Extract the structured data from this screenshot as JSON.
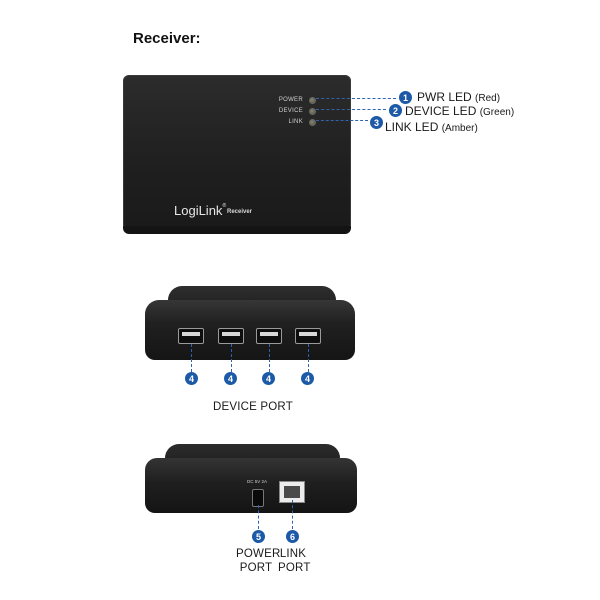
{
  "heading": "Receiver:",
  "receiver": {
    "leds": [
      {
        "label": "POWER"
      },
      {
        "label": "DEVICE"
      },
      {
        "label": "LINK"
      }
    ],
    "logo": "LogiLink",
    "logo_mark": "®",
    "logo_sub": "Receiver"
  },
  "callouts": [
    {
      "number": "1",
      "text": "PWR LED",
      "color_note": "(Red)"
    },
    {
      "number": "2",
      "text": "DEVICE LED",
      "color_note": "(Green)"
    },
    {
      "number": "3",
      "text": "LINK LED",
      "color_note": "(Amber)"
    }
  ],
  "device_ports": {
    "badges": [
      "4",
      "4",
      "4",
      "4"
    ],
    "caption": "DEVICE PORT"
  },
  "rear": {
    "dc_label_line1": "DC 5V 2A",
    "badges": [
      "5",
      "6"
    ],
    "power_caption_line1": "POWER",
    "power_caption_line2": "PORT",
    "link_caption_line1": "LINK",
    "link_caption_line2": "PORT"
  },
  "colors": {
    "badge": "#1c5aa8",
    "device_body": "#1f1f1f"
  }
}
